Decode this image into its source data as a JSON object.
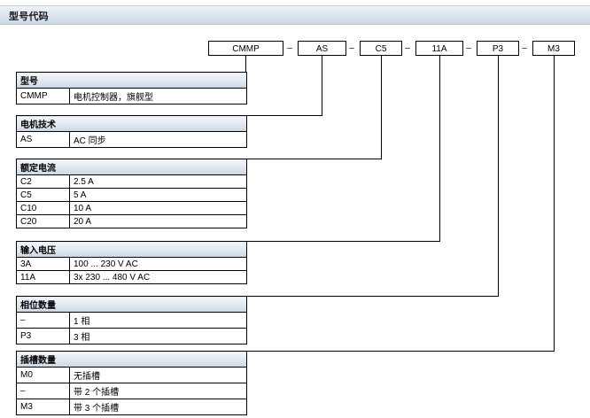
{
  "header": {
    "title": "型号代码"
  },
  "code_row": {
    "segments": [
      "CMMP",
      "AS",
      "C5",
      "11A",
      "P3",
      "M3"
    ],
    "separator": "–"
  },
  "sections": [
    {
      "title": "型号",
      "rows": [
        {
          "code": "CMMP",
          "desc": "电机控制器，旗舰型"
        }
      ]
    },
    {
      "title": "电机技术",
      "rows": [
        {
          "code": "AS",
          "desc": "AC 同步"
        }
      ]
    },
    {
      "title": "额定电流",
      "rows": [
        {
          "code": "C2",
          "desc": "2.5 A"
        },
        {
          "code": "C5",
          "desc": "5 A"
        },
        {
          "code": "C10",
          "desc": "10 A"
        },
        {
          "code": "C20",
          "desc": "20 A"
        }
      ]
    },
    {
      "title": "输入电压",
      "rows": [
        {
          "code": "3A",
          "desc": "100 ... 230 V AC"
        },
        {
          "code": "11A",
          "desc": "3x 230 ... 480 V AC"
        }
      ]
    },
    {
      "title": "相位数量",
      "rows": [
        {
          "code": "–",
          "desc": "1 相"
        },
        {
          "code": "P3",
          "desc": "3 相"
        }
      ]
    },
    {
      "title": "插槽数量",
      "rows": [
        {
          "code": "M0",
          "desc": "无插槽"
        },
        {
          "code": "–",
          "desc": "带 2 个插槽"
        },
        {
          "code": "M3",
          "desc": "带 3 个插槽"
        }
      ]
    }
  ]
}
